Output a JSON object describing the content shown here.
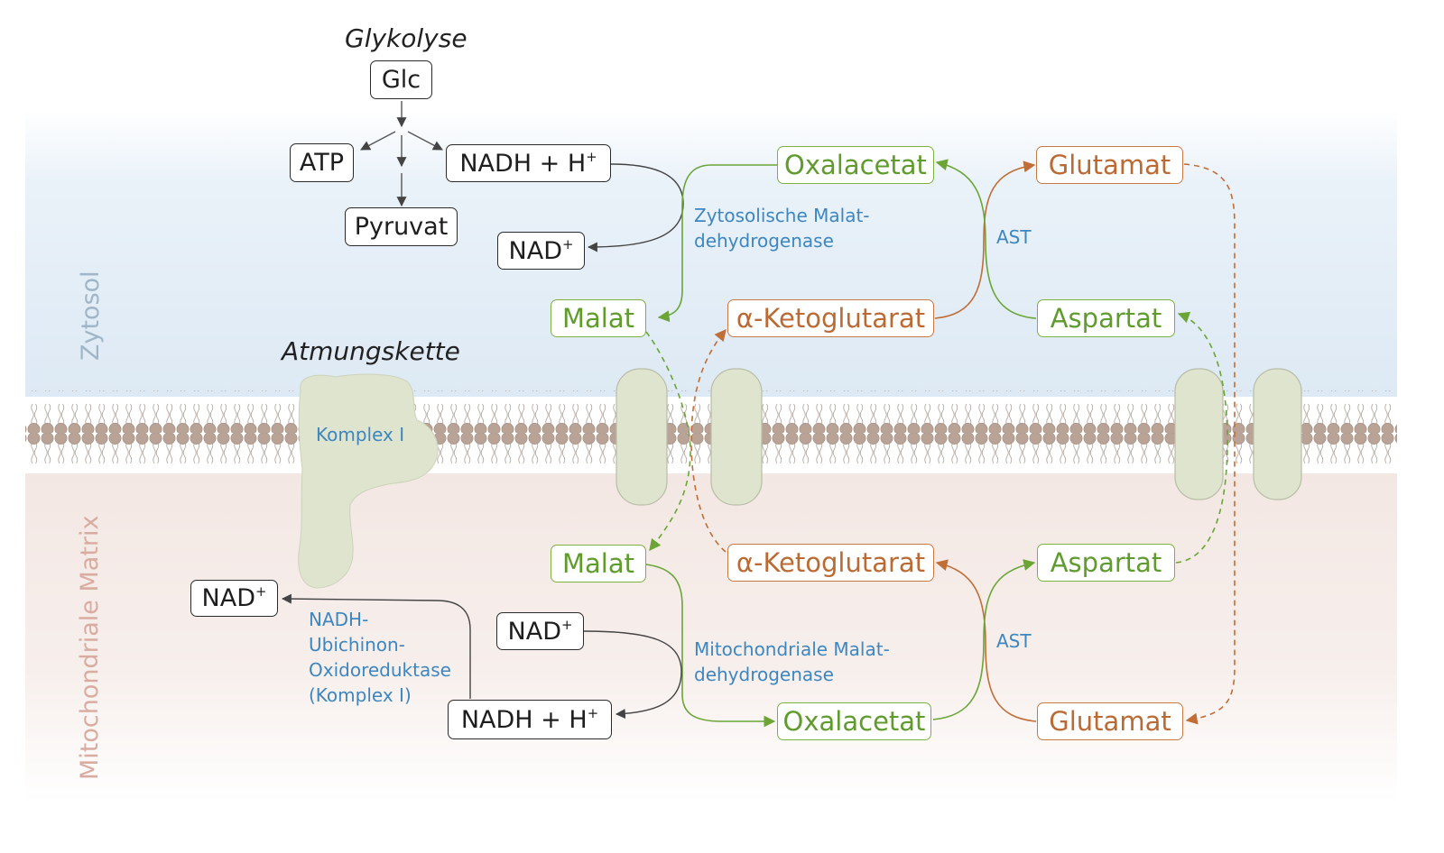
{
  "compartments": {
    "cytosol": "Zytosol",
    "matrix": "Mitochondriale Matrix"
  },
  "titles": {
    "glycolysis": "Glykolyse",
    "respiratory_chain": "Atmungskette"
  },
  "glycolysis": {
    "glc": "Glc",
    "atp": "ATP",
    "pyruvate": "Pyruvat",
    "nadh": "NADH + H",
    "nadh_sup": "+"
  },
  "cytosol": {
    "nad": "NAD",
    "nad_sup": "+",
    "malate": "Malat",
    "oxaloacetate": "Oxalacetat",
    "alpha_kg": "α-Ketoglutarat",
    "glutamate": "Glutamat",
    "aspartate": "Aspartat",
    "enzyme_mdh": [
      "Zytosolische Malat-",
      "dehydrogenase"
    ],
    "enzyme_ast": "AST"
  },
  "matrix": {
    "malate": "Malat",
    "alpha_kg": "α-Ketoglutarat",
    "aspartate": "Aspartat",
    "oxaloacetate": "Oxalacetat",
    "glutamate": "Glutamat",
    "nad_left": "NAD",
    "nad_left_sup": "+",
    "nad_mid": "NAD",
    "nad_mid_sup": "+",
    "nadh": "NADH + H",
    "nadh_sup": "+",
    "enzyme_complex1": [
      "NADH-",
      "Ubichinon-",
      "Oxidoreduktase",
      "(Komplex I)"
    ],
    "enzyme_mdh": [
      "Mitochondriale Malat-",
      "dehydrogenase"
    ],
    "enzyme_ast": "AST"
  },
  "membrane": {
    "complex_label": "Komplex I"
  },
  "colors": {
    "green": "#6aa536",
    "orange": "#c06d36",
    "black": "#222222",
    "enzyme_blue": "#3d86c0",
    "protein": "#dfe4cf",
    "lipid_head": "#b9a396"
  }
}
